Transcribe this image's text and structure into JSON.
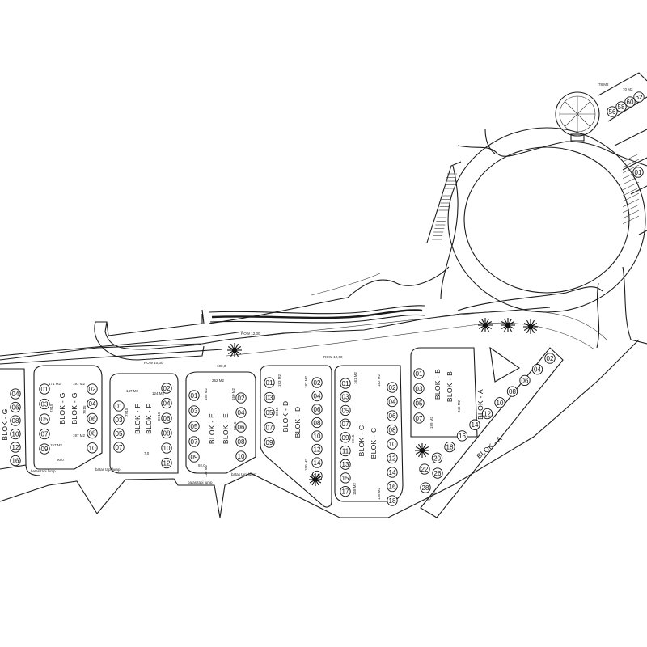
{
  "blocks": {
    "a_short": "BLOK - A",
    "a_long": "BLOK - A",
    "b_right": "BLOK - B",
    "b_left": "BLOK - B",
    "c_right": "BLOK - C",
    "c_left": "BLOK - C",
    "d_right": "BLOK - D",
    "d_left": "BLOK - D",
    "e_right": "BLOK - E",
    "e_left": "BLOK - E",
    "f_right": "BLOK - F",
    "f_left": "BLOK - F",
    "g_right": "BLOK - G",
    "g_left": "BLOK - G"
  },
  "lots": {
    "g_left": [
      "01",
      "03",
      "05",
      "07",
      "09"
    ],
    "g_right": [
      "02",
      "04",
      "06",
      "08",
      "10"
    ],
    "f_left": [
      "01",
      "03",
      "05",
      "07"
    ],
    "f_right": [
      "02",
      "04",
      "06",
      "08",
      "10",
      "12"
    ],
    "e_left": [
      "01",
      "03",
      "05",
      "07",
      "09"
    ],
    "e_right": [
      "02",
      "04",
      "06",
      "08",
      "10"
    ],
    "d_left": [
      "01",
      "03",
      "05",
      "07",
      "09"
    ],
    "c_upper": [
      "02",
      "04",
      "06",
      "08",
      "10",
      "12",
      "14",
      "16"
    ],
    "c_lower": [
      "01",
      "03",
      "05",
      "07",
      "09",
      "11",
      "13",
      "15",
      "17"
    ],
    "b_left": [
      "02",
      "04",
      "06",
      "08",
      "10",
      "12",
      "14",
      "16",
      "18"
    ],
    "b_right": [
      "01",
      "03",
      "05",
      "07"
    ],
    "a_row": [
      "02",
      "04",
      "06",
      "08",
      "10",
      "12",
      "14",
      "16",
      "18",
      "20",
      "22"
    ],
    "a_bottom": [
      "26",
      "28"
    ],
    "far_left": [
      "04",
      "06",
      "08",
      "10",
      "12",
      "16"
    ],
    "top_right": [
      "56",
      "58",
      "60",
      "62"
    ],
    "right_edge": [
      "01"
    ]
  },
  "areas": {
    "m171": "171 M2",
    "m191": "191 M2",
    "m197": "197 M2",
    "m157": "157 M2",
    "m147": "147 M2",
    "m124": "124 M2",
    "m155": "155 M2",
    "m150": "150 M2",
    "m128": "128 M2",
    "m252": "252 M2",
    "m193": "193 M2",
    "m182": "182 M2",
    "m161": "161 M2",
    "m135": "135 M2",
    "m158": "158 M2",
    "m199": "199 M2",
    "m246": "246 M2",
    "m204": "204 M2",
    "m150b": "150 M2",
    "m78": "78 M2",
    "m70": "70 M2"
  },
  "dims": {
    "d7x15a": "7X15",
    "d7x15b": "7X15",
    "d8x15a": "8X15",
    "d8x15b": "8X15",
    "d8x15c": "8X15",
    "d9x15": "9X15",
    "d7x15c": "7X15",
    "d7_0": "7,0",
    "d90": "90,0",
    "d92": "92,0",
    "d100": "100,0"
  },
  "notes": {
    "batas1": "batas tapi lump",
    "batas2": "batas tapi lump",
    "batas3": "batas tapi lump",
    "batas4": "batas tapi lump",
    "row1": "ROW 10,00",
    "row2": "ROW 12,00",
    "row3": "ROW 12,00"
  }
}
